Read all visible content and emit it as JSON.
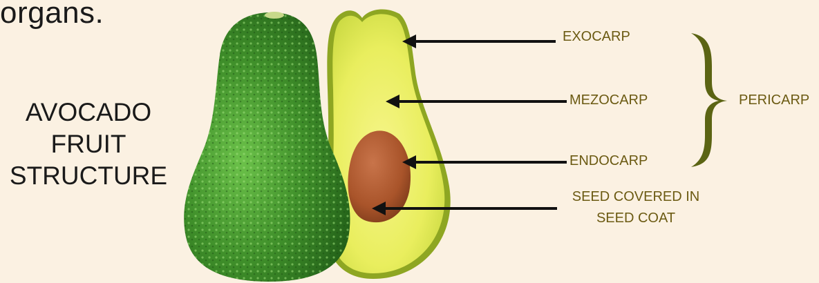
{
  "heading_fragment": "organs.",
  "title": {
    "line1": "AVOCADO",
    "line2": "FRUIT",
    "line3": "STRUCTURE"
  },
  "labels": {
    "exocarp": "EXOCARP",
    "mezocarp": "MEZOCARP",
    "endocarp": "ENDOCARP",
    "seed_line1": "SEED COVERED IN",
    "seed_line2": "SEED COAT",
    "pericarp": "PERICARP"
  },
  "colors": {
    "background": "#fbf1e2",
    "label_text": "#6b5a12",
    "brace": "#5b6413",
    "arrow": "#111111",
    "skin": "#3f8f2a",
    "flesh": "#eef06a",
    "seed": "#a9542a"
  }
}
